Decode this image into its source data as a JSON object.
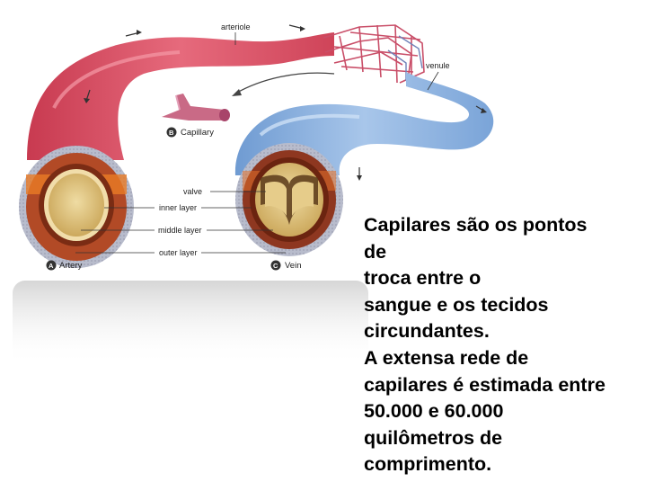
{
  "labels": {
    "arteriole": "arteriole",
    "venule": "venule",
    "capillary_letter": "B",
    "capillary": "Capillary",
    "artery_letter": "A",
    "artery": "Artery",
    "vein_letter": "C",
    "vein": "Vein",
    "valve": "valve",
    "inner_layer": "inner layer",
    "middle_layer": "middle layer",
    "outer_layer": "outer layer"
  },
  "caption": {
    "lines": [
      "Capilares são os pontos",
      "de",
      "troca entre o",
      "sangue e os tecidos",
      "circundantes.",
      "A extensa rede de",
      "capilares é estimada entre",
      "50.000 e 60.000",
      "quilômetros de",
      "comprimento."
    ]
  },
  "colors": {
    "artery": "#d9475e",
    "vein": "#7fa8d8",
    "middle_layer": "#9c3a1e",
    "inner_gold": "#d8b76a"
  }
}
